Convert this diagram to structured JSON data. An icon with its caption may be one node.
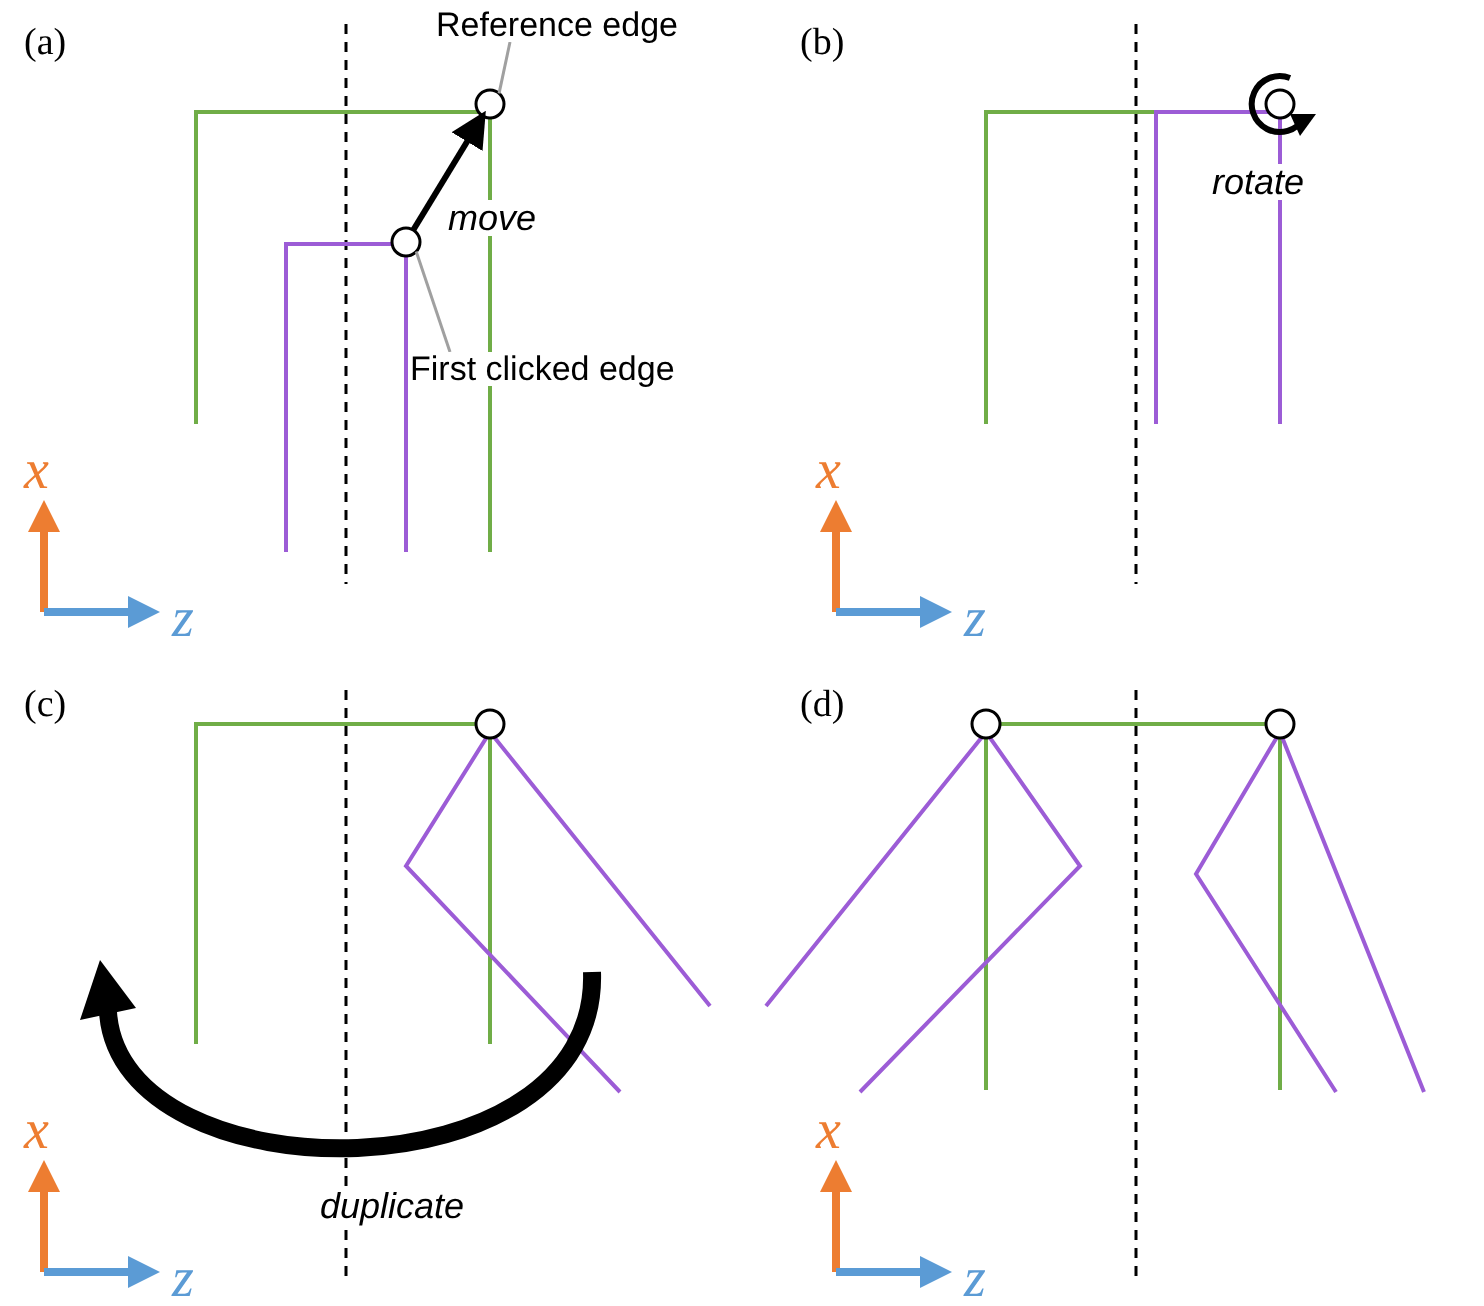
{
  "diagram": {
    "nodes": [
      {
        "text": [
          "Reference edge"
        ]
      },
      {
        "text": [],
        "shape": "circle"
      },
      {
        "text": [],
        "shape": "circle"
      },
      {
        "text": [
          "First clicked edge"
        ]
      },
      {
        "text": [],
        "shape": "circle"
      },
      {
        "text": [],
        "shape": "circle"
      },
      {
        "text": [],
        "shape": "circle"
      },
      {
        "text": [],
        "shape": "circle"
      }
    ],
    "edges": [
      {
        "from": 0,
        "to": 1,
        "arrow": "none",
        "color": "#a0a0a0"
      },
      {
        "from": 3,
        "to": 2,
        "arrow": "none",
        "color": "#a0a0a0"
      },
      {
        "from": 2,
        "to": 1,
        "arrow": "to",
        "label": "move",
        "style": "thick",
        "color": "#000000"
      },
      {
        "from": 4,
        "to": 4,
        "arrow": "to",
        "style": "thick",
        "color": "#000000"
      }
    ],
    "labels": [
      "(a)",
      "(b)",
      "x",
      "z",
      "x",
      "z",
      "rotate",
      "(c)",
      "(d)",
      "duplicate",
      "x",
      "z",
      "x",
      "z"
    ]
  }
}
